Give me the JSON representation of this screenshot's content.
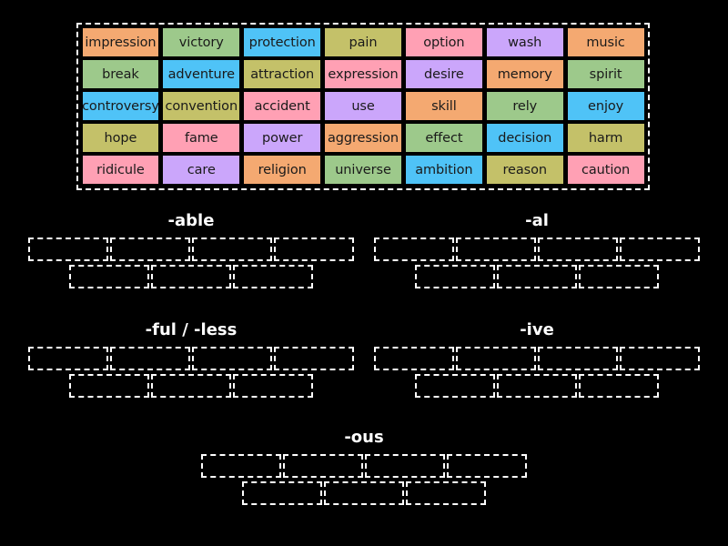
{
  "word_bank": {
    "name": "word-bank",
    "rows": [
      [
        {
          "word": "impression",
          "color": "#F4A971"
        },
        {
          "word": "victory",
          "color": "#9DC98B"
        },
        {
          "word": "protection",
          "color": "#4FC3F7"
        },
        {
          "word": "pain",
          "color": "#C4C169"
        },
        {
          "word": "option",
          "color": "#FFA0B4"
        },
        {
          "word": "wash",
          "color": "#CBA6FB"
        },
        {
          "word": "music",
          "color": "#F4A971"
        }
      ],
      [
        {
          "word": "break",
          "color": "#9DC98B"
        },
        {
          "word": "adventure",
          "color": "#4FC3F7"
        },
        {
          "word": "attraction",
          "color": "#C4C169"
        },
        {
          "word": "expression",
          "color": "#FFA0B4"
        },
        {
          "word": "desire",
          "color": "#CBA6FB"
        },
        {
          "word": "memory",
          "color": "#F4A971"
        },
        {
          "word": "spirit",
          "color": "#9DC98B"
        }
      ],
      [
        {
          "word": "controversy",
          "color": "#4FC3F7"
        },
        {
          "word": "convention",
          "color": "#C4C169"
        },
        {
          "word": "accident",
          "color": "#FFA0B4"
        },
        {
          "word": "use",
          "color": "#CBA6FB"
        },
        {
          "word": "skill",
          "color": "#F4A971"
        },
        {
          "word": "rely",
          "color": "#9DC98B"
        },
        {
          "word": "enjoy",
          "color": "#4FC3F7"
        }
      ],
      [
        {
          "word": "hope",
          "color": "#C4C169"
        },
        {
          "word": "fame",
          "color": "#FFA0B4"
        },
        {
          "word": "power",
          "color": "#CBA6FB"
        },
        {
          "word": "aggression",
          "color": "#F4A971"
        },
        {
          "word": "effect",
          "color": "#9DC98B"
        },
        {
          "word": "decision",
          "color": "#4FC3F7"
        },
        {
          "word": "harm",
          "color": "#C4C169"
        }
      ],
      [
        {
          "word": "ridicule",
          "color": "#FFA0B4"
        },
        {
          "word": "care",
          "color": "#CBA6FB"
        },
        {
          "word": "religion",
          "color": "#F4A971"
        },
        {
          "word": "universe",
          "color": "#9DC98B"
        },
        {
          "word": "ambition",
          "color": "#4FC3F7"
        },
        {
          "word": "reason",
          "color": "#C4C169"
        },
        {
          "word": "caution",
          "color": "#FFA0B4"
        }
      ]
    ]
  },
  "categories": [
    {
      "id": "able",
      "title": "-able",
      "top_slots": 4,
      "bottom_slots": 3,
      "values": [
        "",
        "",
        "",
        "",
        "",
        "",
        ""
      ]
    },
    {
      "id": "al",
      "title": "-al",
      "top_slots": 4,
      "bottom_slots": 3,
      "values": [
        "",
        "",
        "",
        "",
        "",
        "",
        ""
      ]
    },
    {
      "id": "fulless",
      "title": "-ful / -less",
      "top_slots": 4,
      "bottom_slots": 3,
      "values": [
        "",
        "",
        "",
        "",
        "",
        "",
        ""
      ]
    },
    {
      "id": "ive",
      "title": "-ive",
      "top_slots": 4,
      "bottom_slots": 3,
      "values": [
        "",
        "",
        "",
        "",
        "",
        "",
        ""
      ]
    },
    {
      "id": "ous",
      "title": "-ous",
      "top_slots": 4,
      "bottom_slots": 3,
      "values": [
        "",
        "",
        "",
        "",
        "",
        "",
        ""
      ]
    }
  ],
  "theme": {
    "background": "#000000",
    "slot_border": "#ffffff",
    "bank_border": "#ffffff",
    "title_color": "#ffffff",
    "tile_text": "#1a1a1a"
  }
}
